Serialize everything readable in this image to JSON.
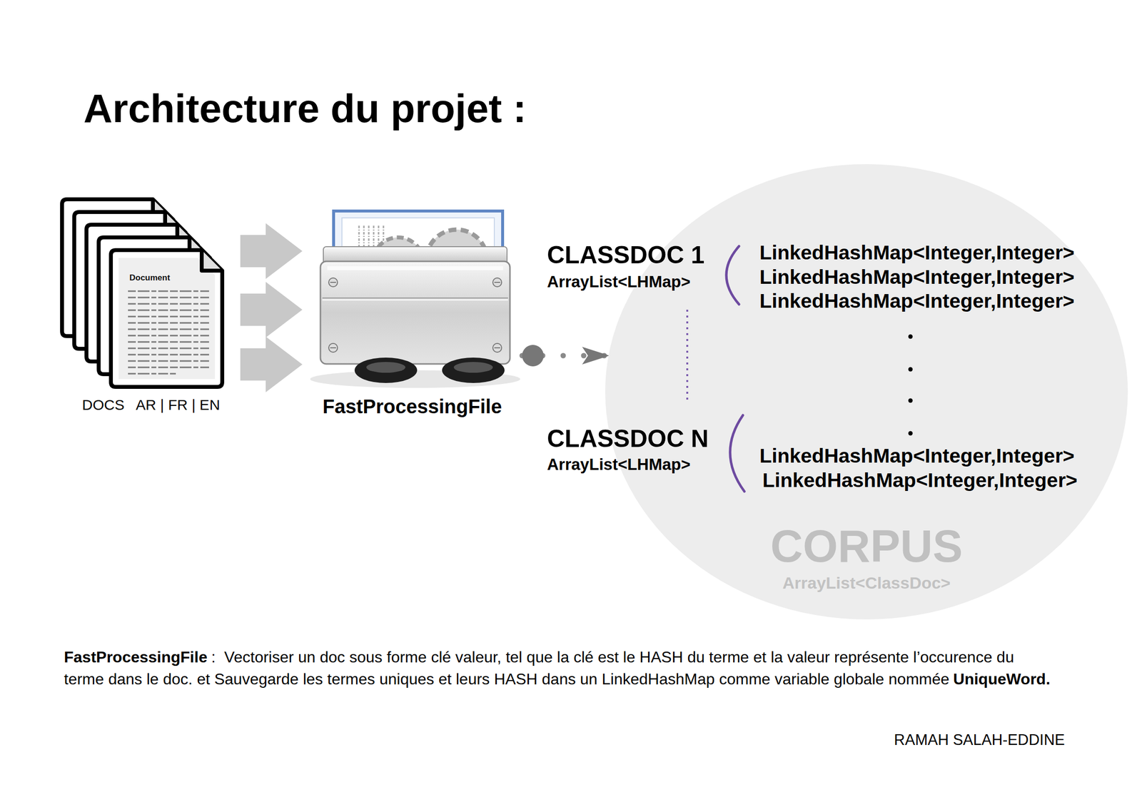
{
  "diagram": {
    "title": "Architecture du projet :",
    "nodes": [
      {
        "text": [
          "Document",
          "DOCS   AR | FR | EN"
        ]
      },
      {
        "text": [
          "FastProcessingFile"
        ]
      },
      {
        "text": [
          "CORPUS",
          "ArrayList<ClassDoc>"
        ]
      }
    ],
    "edges": [
      {
        "from": 0,
        "to": 1,
        "arrow": "to"
      },
      {
        "from": 0,
        "to": 1,
        "arrow": "to"
      },
      {
        "from": 0,
        "to": 1,
        "arrow": "to"
      },
      {
        "from": 1,
        "to": 2,
        "arrow": "to"
      }
    ],
    "labels": [
      "CLASSDOC 1",
      "ArrayList<LHMap>",
      "LinkedHashMap<Integer,Integer>",
      "LinkedHashMap<Integer,Integer>",
      "LinkedHashMap<Integer,Integer>",
      "CLASSDOC N",
      "ArrayList<LHMap>",
      "LinkedHashMap<Integer,Integer>",
      "LinkedHashMap<Integer,Integer>",
      "FastProcessingFile",
      ":  Vectoriser un doc sous forme clé valeur, tel que la clé est le HASH du terme et la valeur représente l’occurence du terme dans le doc. et Sauvegarde les termes uniques et leurs HASH dans un LinkedHashMap comme variable globale nommée",
      "UniqueWord.",
      "RAMAH SALAH-EDDINE"
    ]
  }
}
